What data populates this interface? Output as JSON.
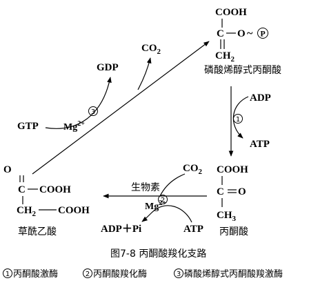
{
  "pep": {
    "cooh": "COOH",
    "c": "C",
    "o": "O",
    "tilde": "~",
    "p": "P",
    "ch2": "CH",
    "ch2_sub": "2",
    "name": "磷酸烯醇式丙酮酸"
  },
  "co2_top": {
    "base": "CO",
    "sub": "2"
  },
  "gdp": "GDP",
  "gtp": "GTP",
  "enzyme3": "3",
  "mg_top": {
    "base": "Mg",
    "sup": "2+"
  },
  "adp": "ADP",
  "atp_right": "ATP",
  "enzyme1": "1",
  "pyruvate": {
    "cooh": "COOH",
    "c": "C",
    "o": "O",
    "ch3": "CH",
    "ch3_sub": "3",
    "name": "丙酮酸"
  },
  "co2_bottom": {
    "base": "CO",
    "sub": "2"
  },
  "biotin": "生物素",
  "mg_bottom": {
    "base": "Mg",
    "sup": "2+"
  },
  "enzyme2": "2",
  "adp_pi": "ADP＋Pi",
  "atp_bottom": "ATP",
  "oxaloacetate": {
    "o": "O",
    "c1": "C",
    "cooh1": "COOH",
    "ch2": "CH",
    "ch2_sub": "2",
    "cooh2": "COOH",
    "name": "草酰乙酸"
  },
  "caption": "图7-8  丙酮酸羧化支路",
  "legend": {
    "n1": "1",
    "e1": "丙酮酸激酶",
    "n2": "2",
    "e2": "丙酮酸羧化酶",
    "n3": "3",
    "e3": "磷酸烯醇式丙酮酸羧激酶"
  }
}
